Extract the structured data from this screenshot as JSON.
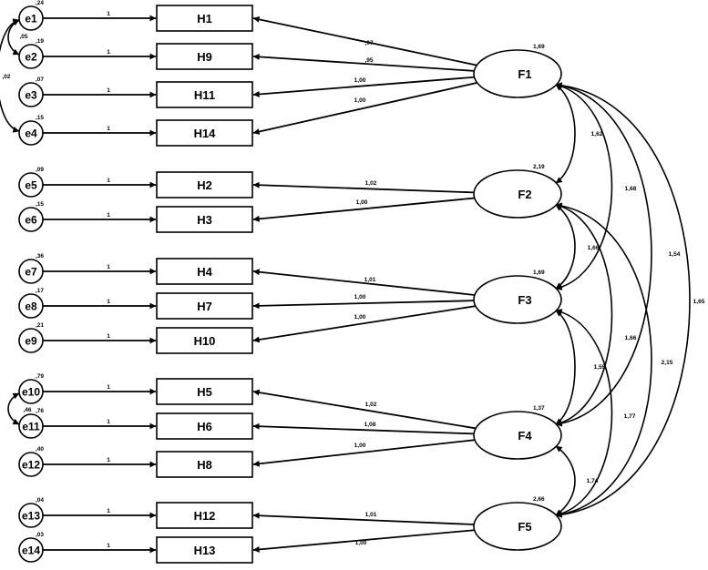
{
  "factors": [
    {
      "id": "F1",
      "label": "F1",
      "variance": "1,69"
    },
    {
      "id": "F2",
      "label": "F2",
      "variance": "2,19"
    },
    {
      "id": "F3",
      "label": "F3",
      "variance": "1,69"
    },
    {
      "id": "F4",
      "label": "F4",
      "variance": "1,37"
    },
    {
      "id": "F5",
      "label": "F5",
      "variance": "2,66"
    }
  ],
  "indicators": [
    {
      "label": "H1",
      "factor": "F1",
      "error": "e1",
      "error_variance": ",24",
      "error_path": "1",
      "loading": ",97"
    },
    {
      "label": "H9",
      "factor": "F1",
      "error": "e2",
      "error_variance": ",19",
      "error_path": "1",
      "loading": ",95"
    },
    {
      "label": "H11",
      "factor": "F1",
      "error": "e3",
      "error_variance": ",07",
      "error_path": "1",
      "loading": "1,00"
    },
    {
      "label": "H14",
      "factor": "F1",
      "error": "e4",
      "error_variance": ",15",
      "error_path": "1",
      "loading": "1,00"
    },
    {
      "label": "H2",
      "factor": "F2",
      "error": "e5",
      "error_variance": ",09",
      "error_path": "1",
      "loading": "1,02"
    },
    {
      "label": "H3",
      "factor": "F2",
      "error": "e6",
      "error_variance": ",15",
      "error_path": "1",
      "loading": "1,00"
    },
    {
      "label": "H4",
      "factor": "F3",
      "error": "e7",
      "error_variance": ",36",
      "error_path": "1",
      "loading": "1,01"
    },
    {
      "label": "H7",
      "factor": "F3",
      "error": "e8",
      "error_variance": ",17",
      "error_path": "1",
      "loading": "1,00"
    },
    {
      "label": "H10",
      "factor": "F3",
      "error": "e9",
      "error_variance": ",21",
      "error_path": "1",
      "loading": "1,00"
    },
    {
      "label": "H5",
      "factor": "F4",
      "error": "e10",
      "error_variance": ",79",
      "error_path": "1",
      "loading": "1,02"
    },
    {
      "label": "H6",
      "factor": "F4",
      "error": "e11",
      "error_variance": ",76",
      "error_path": "1",
      "loading": "1,08"
    },
    {
      "label": "H8",
      "factor": "F4",
      "error": "e12",
      "error_variance": ",40",
      "error_path": "1",
      "loading": "1,00"
    },
    {
      "label": "H12",
      "factor": "F5",
      "error": "e13",
      "error_variance": ",04",
      "error_path": "1",
      "loading": "1,01"
    },
    {
      "label": "H13",
      "factor": "F5",
      "error": "e14",
      "error_variance": ",03",
      "error_path": "1",
      "loading": "1,00"
    }
  ],
  "error_covariances": [
    {
      "from": "e1",
      "to": "e2",
      "value": ",05"
    },
    {
      "from": "e1",
      "to": "e4",
      "value": ",02"
    },
    {
      "from": "e10",
      "to": "e11",
      "value": ",46"
    }
  ],
  "factor_covariances": [
    {
      "from": "F1",
      "to": "F2",
      "value": "1,62"
    },
    {
      "from": "F1",
      "to": "F3",
      "value": "1,68"
    },
    {
      "from": "F1",
      "to": "F4",
      "value": "1,54"
    },
    {
      "from": "F1",
      "to": "F5",
      "value": "1,65"
    },
    {
      "from": "F2",
      "to": "F3",
      "value": "1,66"
    },
    {
      "from": "F2",
      "to": "F4",
      "value": "1,66"
    },
    {
      "from": "F2",
      "to": "F5",
      "value": "2,15"
    },
    {
      "from": "F3",
      "to": "F4",
      "value": "1,55"
    },
    {
      "from": "F3",
      "to": "F5",
      "value": "1,77"
    },
    {
      "from": "F4",
      "to": "F5",
      "value": "1,74"
    }
  ]
}
